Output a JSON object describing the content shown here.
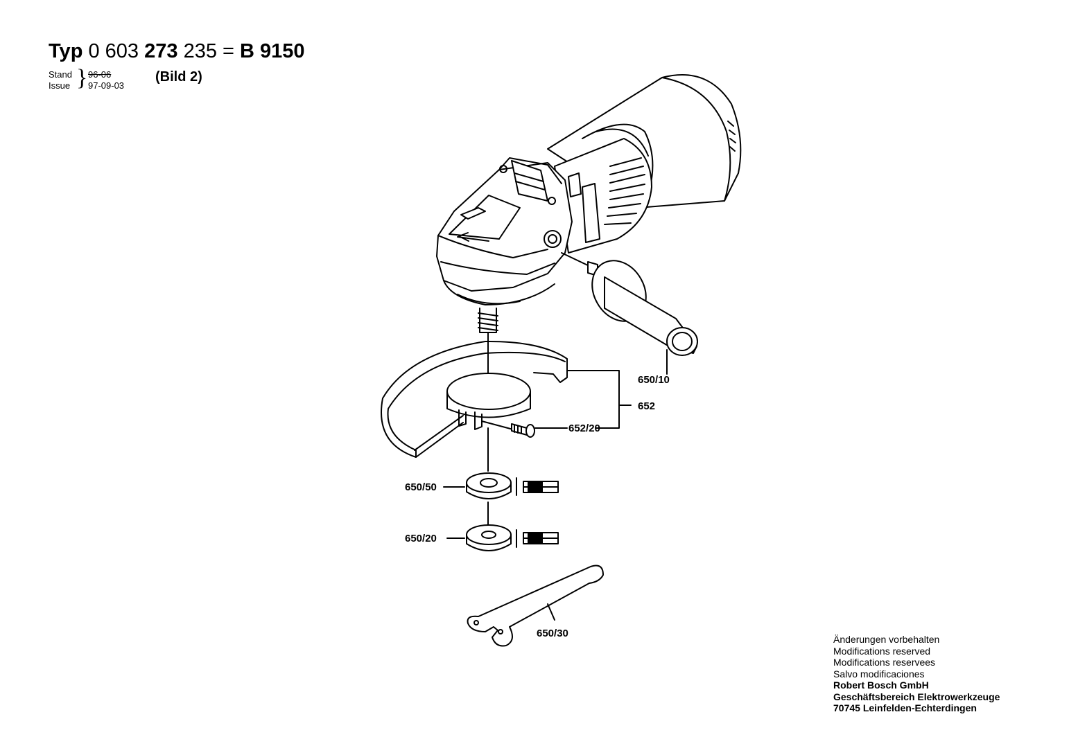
{
  "header": {
    "typ_label": "Typ",
    "part_a": "0 603",
    "part_b": "273",
    "part_c": "235",
    "equals": "=",
    "model": "B 9150"
  },
  "stand": {
    "stand_label": "Stand",
    "issue_label": "Issue",
    "old_date": "96-06",
    "date": "97-09-03"
  },
  "bild": "(Bild 2)",
  "labels": {
    "p650_10": "650/10",
    "p652": "652",
    "p652_20": "652/20",
    "p650_50": "650/50",
    "p650_20": "650/20",
    "p650_30": "650/30"
  },
  "footer": {
    "line1": "Änderungen vorbehalten",
    "line2": "Modifications reserved",
    "line3": "Modifications reservees",
    "line4": "Salvo modificaciones",
    "line5": "Robert Bosch GmbH",
    "line6": "Geschäftsbereich Elektrowerkzeuge",
    "line7": "70745 Leinfelden-Echterdingen"
  }
}
